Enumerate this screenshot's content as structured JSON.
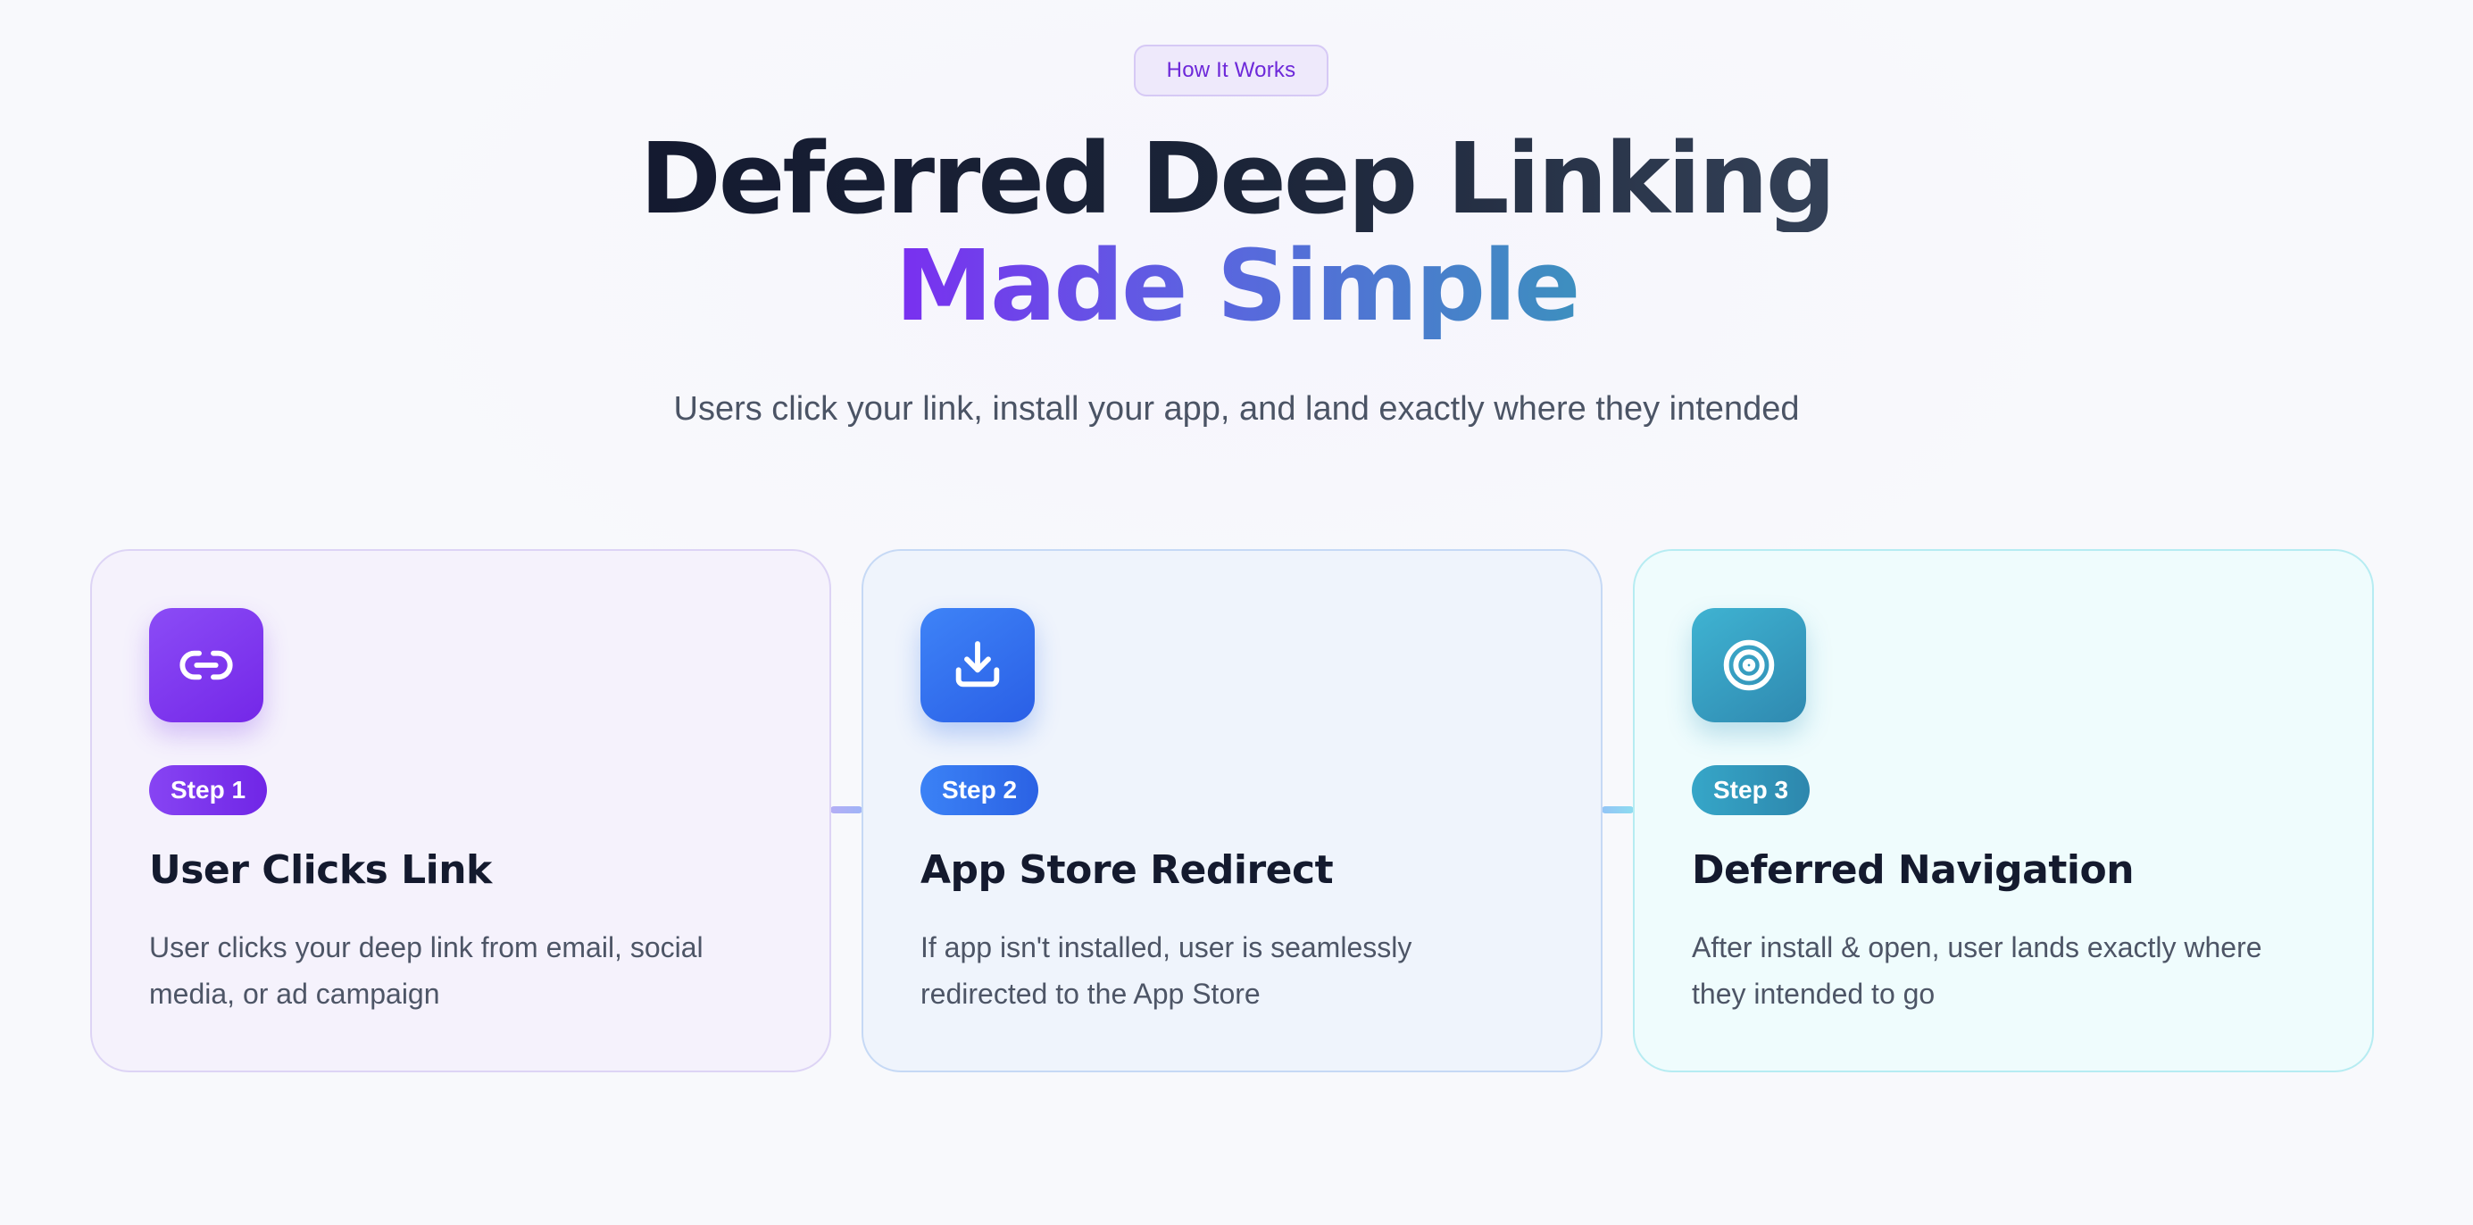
{
  "header": {
    "eyebrow": "How It Works",
    "title_line1": "Deferred Deep Linking",
    "title_line2": "Made Simple",
    "subtitle": "Users click your link, install your app, and land exactly where they intended"
  },
  "steps": [
    {
      "badge": "Step 1",
      "title": "User Clicks Link",
      "description": "User clicks your deep link from email, social media, or ad campaign",
      "icon": "link-icon",
      "accent": "#7c3aed"
    },
    {
      "badge": "Step 2",
      "title": "App Store Redirect",
      "description": "If app isn't installed, user is seamlessly redirected to the App Store",
      "icon": "download-icon",
      "accent": "#2563eb"
    },
    {
      "badge": "Step 3",
      "title": "Deferred Navigation",
      "description": "After install & open, user lands exactly where they intended to go",
      "icon": "target-icon",
      "accent": "#2b95b9"
    }
  ]
}
